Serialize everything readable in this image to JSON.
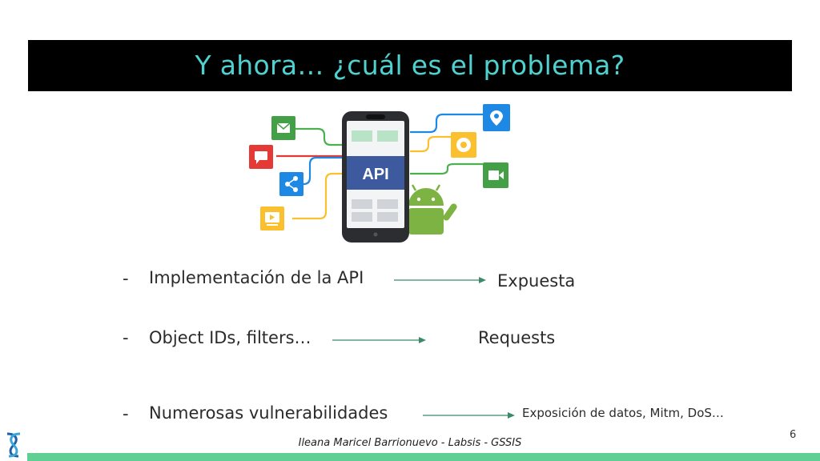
{
  "slide": {
    "title": "Y ahora… ¿cuál es el problema?",
    "illustration": {
      "center_label": "API",
      "icons": [
        "email-icon",
        "chat-icon",
        "share-icon",
        "video-play-icon",
        "location-pin-icon",
        "camera-shutter-icon",
        "video-camera-icon",
        "android-robot-icon"
      ]
    },
    "rows": [
      {
        "dash": "-",
        "label": "Implementación de la API",
        "result": "Expuesta"
      },
      {
        "dash": "-",
        "label": "Object IDs, filters…",
        "result": "Requests"
      },
      {
        "dash": "-",
        "label": "Numerosas vulnerabilidades",
        "result": "Exposición de datos, Mitm, DoS…"
      }
    ],
    "footer": "Ileana Maricel Barrionuevo - Labsis - GSSIS",
    "page_number": "6"
  },
  "colors": {
    "title_bar": "#000000",
    "title_text": "#4fd1cf",
    "bottom_bar": "#5fcf93",
    "arrow": "#3c8a6a"
  }
}
